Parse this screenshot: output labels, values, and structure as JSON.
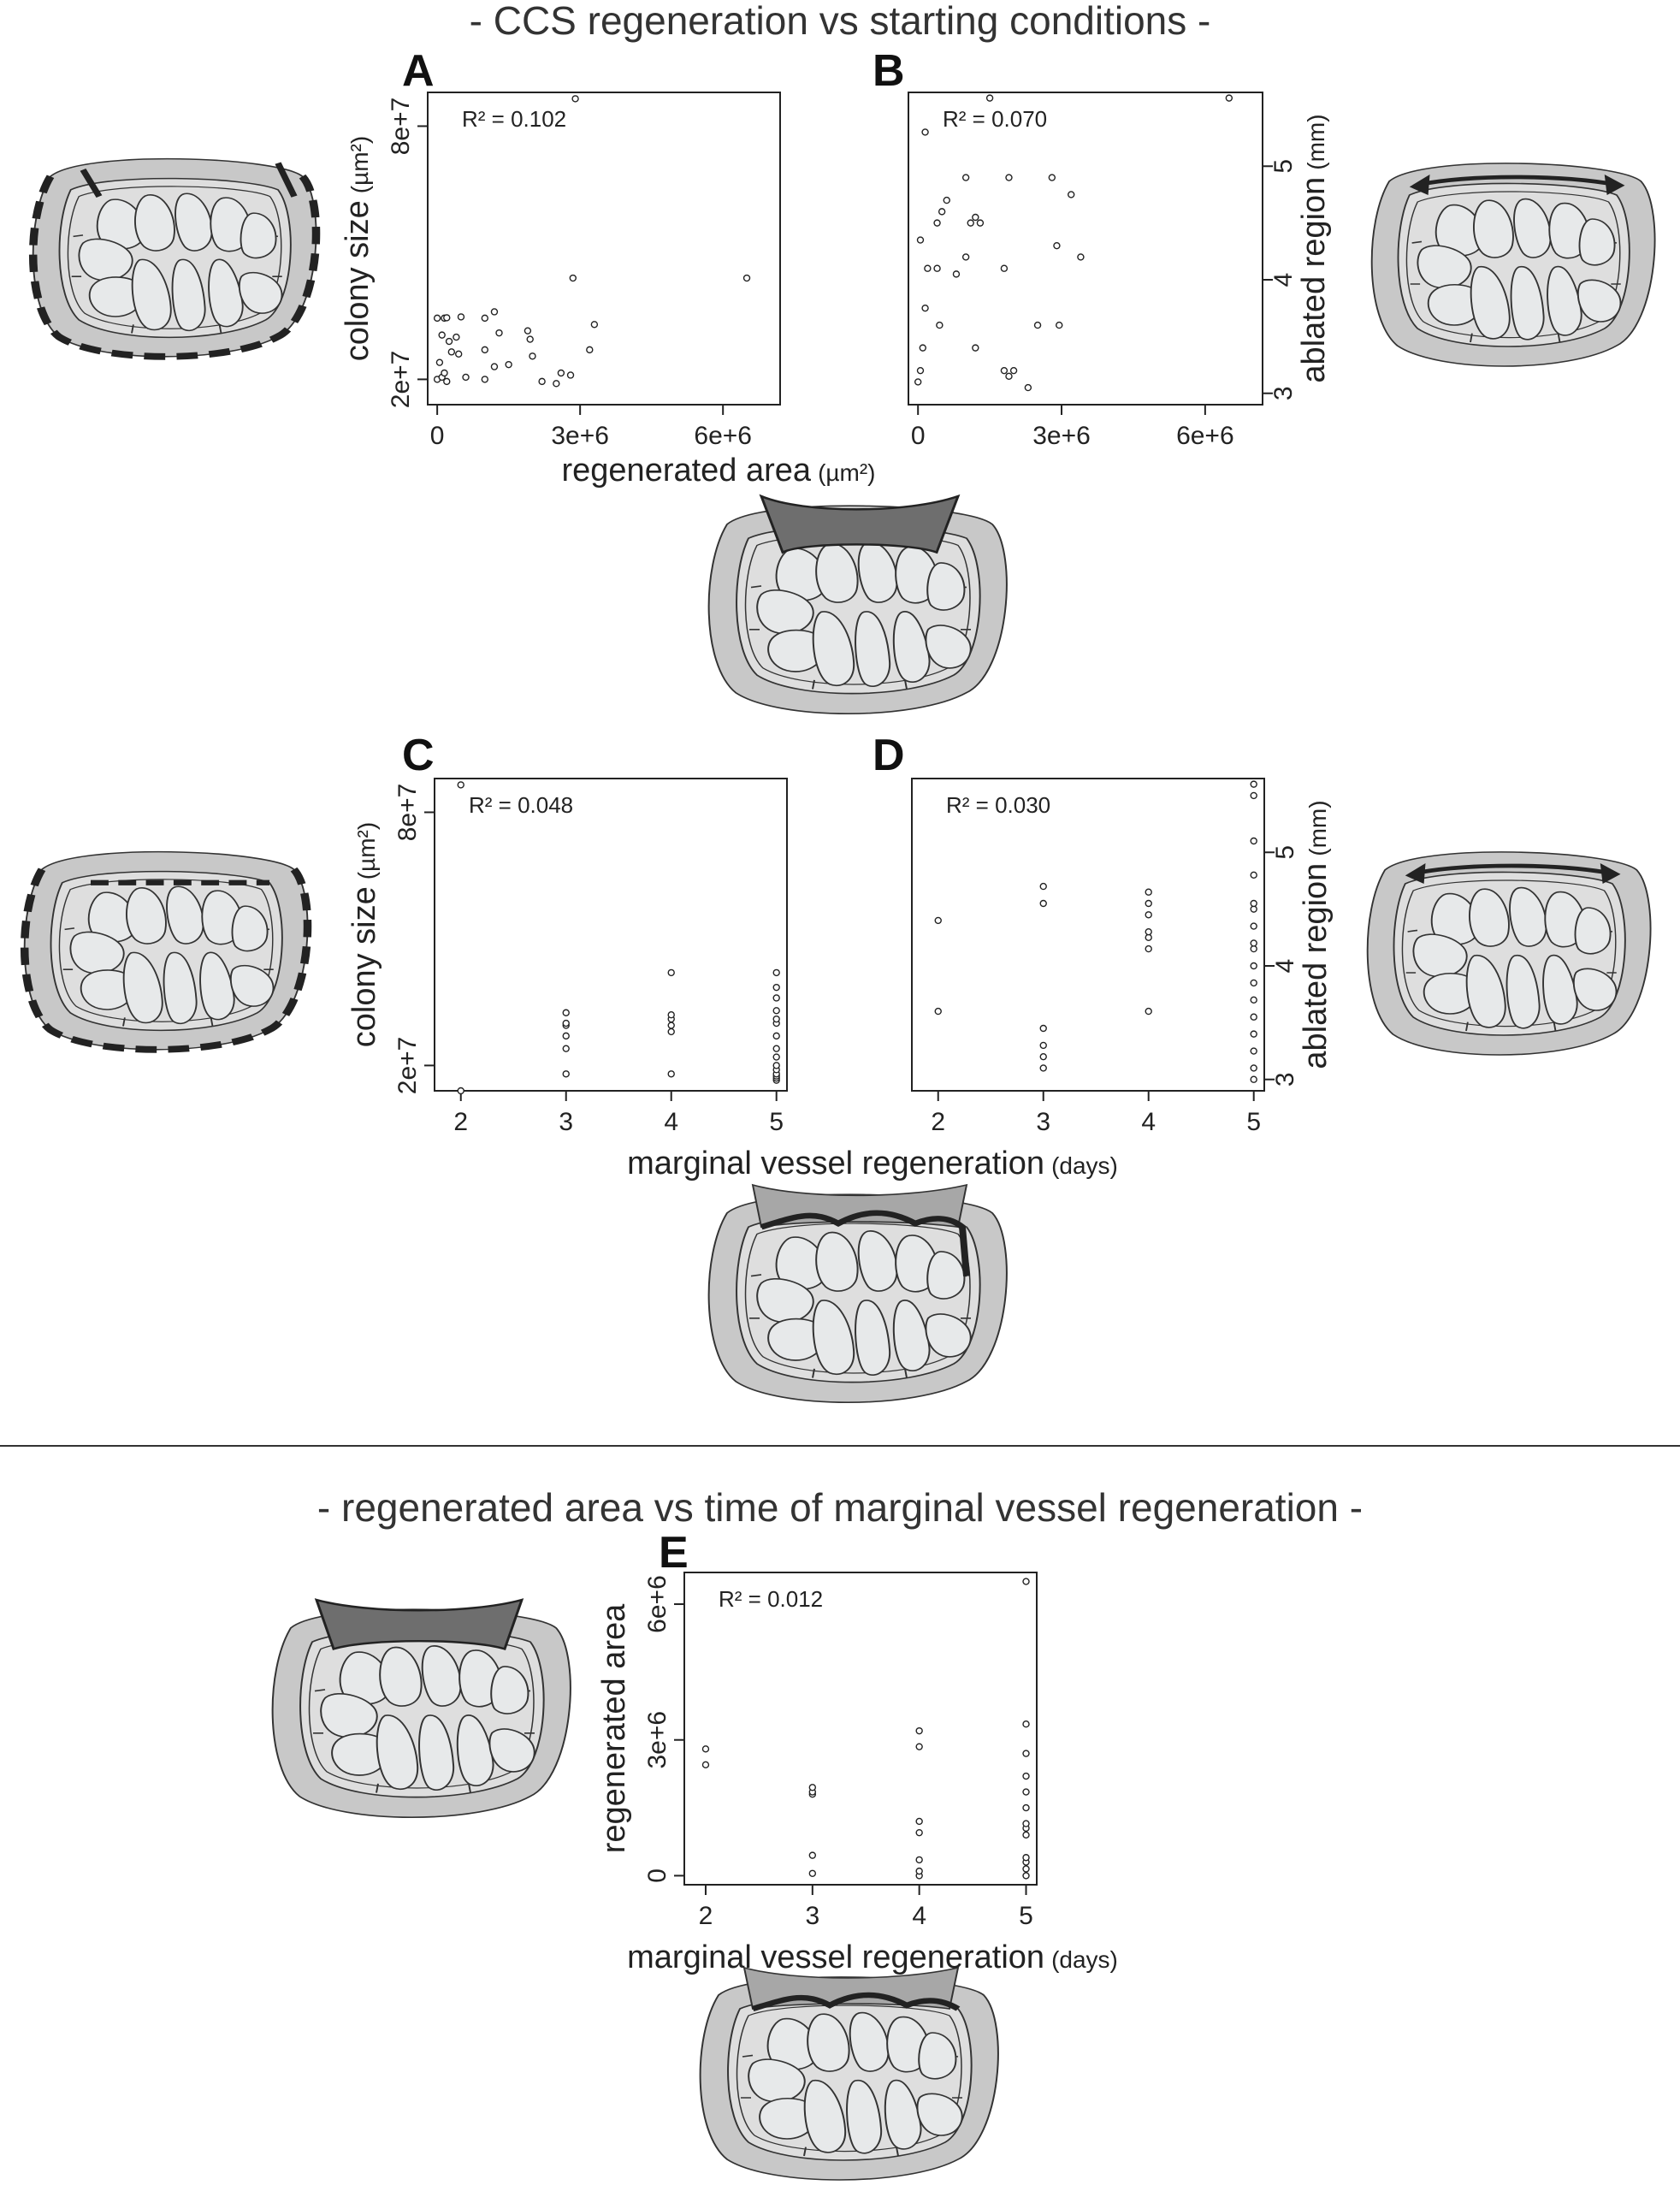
{
  "header": {
    "title_top": "- CCS regeneration vs starting conditions -",
    "title_bottom": "- regenerated area vs time of marginal vessel regeneration -"
  },
  "colors": {
    "outer": "#c8c8c8",
    "inner": "#dedede",
    "zooid": "#e7e9ea",
    "dark": "#6e6e6e",
    "stroke": "#333333"
  },
  "chart_data": [
    {
      "panel": "A",
      "type": "scatter",
      "xlabel": "regenerated area (µm²)",
      "ylabel": "colony size (µm²)",
      "annotation": "R² = 0.102",
      "xlim": [
        -200000,
        7200000
      ],
      "ylim": [
        14000000,
        88000000
      ],
      "xticks": [
        0,
        3000000,
        6000000
      ],
      "xtick_labels": [
        "0",
        "3e+6",
        "6e+6"
      ],
      "yticks": [
        20000000,
        80000000
      ],
      "ytick_labels": [
        "2e+7",
        "8e+7"
      ],
      "points": [
        [
          0,
          20000000
        ],
        [
          100000,
          20500000
        ],
        [
          200000,
          19500000
        ],
        [
          150000,
          21500000
        ],
        [
          50000,
          24000000
        ],
        [
          300000,
          26500000
        ],
        [
          250000,
          29000000
        ],
        [
          400000,
          30000000
        ],
        [
          100000,
          30500000
        ],
        [
          0,
          34500000
        ],
        [
          150000,
          34500000
        ],
        [
          200000,
          34600000
        ],
        [
          500000,
          34800000
        ],
        [
          450000,
          26000000
        ],
        [
          600000,
          20500000
        ],
        [
          1000000,
          20000000
        ],
        [
          1000000,
          27000000
        ],
        [
          1200000,
          23000000
        ],
        [
          1300000,
          31000000
        ],
        [
          1000000,
          34500000
        ],
        [
          1200000,
          36000000
        ],
        [
          1500000,
          23500000
        ],
        [
          1900000,
          31500000
        ],
        [
          1950000,
          29500000
        ],
        [
          2000000,
          25500000
        ],
        [
          2200000,
          19500000
        ],
        [
          2500000,
          19000000
        ],
        [
          2600000,
          21500000
        ],
        [
          2800000,
          21000000
        ],
        [
          3200000,
          27000000
        ],
        [
          3300000,
          33000000
        ],
        [
          2850000,
          44000000
        ],
        [
          6500000,
          44000000
        ],
        [
          2900000,
          86500000
        ]
      ]
    },
    {
      "panel": "B",
      "type": "scatter",
      "xlabel": "regenerated area (µm²)",
      "ylabel": "ablated region (mm)",
      "annotation": "R² = 0.070",
      "xlim": [
        -200000,
        7200000
      ],
      "ylim": [
        2.9,
        5.65
      ],
      "xticks": [
        0,
        3000000,
        6000000
      ],
      "xtick_labels": [
        "0",
        "3e+6",
        "6e+6"
      ],
      "yticks": [
        3,
        4,
        5
      ],
      "ytick_labels": [
        "3",
        "4",
        "5"
      ],
      "points": [
        [
          0,
          3.1
        ],
        [
          50000,
          3.2
        ],
        [
          100000,
          3.4
        ],
        [
          150000,
          3.75
        ],
        [
          200000,
          4.1
        ],
        [
          50000,
          4.35
        ],
        [
          400000,
          4.1
        ],
        [
          450000,
          3.6
        ],
        [
          400000,
          4.5
        ],
        [
          500000,
          4.6
        ],
        [
          600000,
          4.7
        ],
        [
          150000,
          5.3
        ],
        [
          800000,
          4.05
        ],
        [
          1000000,
          4.2
        ],
        [
          1100000,
          4.5
        ],
        [
          1200000,
          4.55
        ],
        [
          1300000,
          4.5
        ],
        [
          1000000,
          4.9
        ],
        [
          1200000,
          3.4
        ],
        [
          1800000,
          4.1
        ],
        [
          1800000,
          3.2
        ],
        [
          1900000,
          3.15
        ],
        [
          2000000,
          3.2
        ],
        [
          1900000,
          4.9
        ],
        [
          2300000,
          3.05
        ],
        [
          2500000,
          3.6
        ],
        [
          2800000,
          4.9
        ],
        [
          2900000,
          4.3
        ],
        [
          2950000,
          3.6
        ],
        [
          3200000,
          4.75
        ],
        [
          3400000,
          4.2
        ],
        [
          1500000,
          5.6
        ],
        [
          6500000,
          5.6
        ]
      ]
    },
    {
      "panel": "C",
      "type": "scatter",
      "xlabel": "marginal vessel regeneration (days)",
      "ylabel": "colony size (µm²)",
      "annotation": "R² = 0.048",
      "xlim": [
        1.75,
        5.1
      ],
      "ylim": [
        14000000,
        88000000
      ],
      "xticks": [
        2,
        3,
        4,
        5
      ],
      "xtick_labels": [
        "2",
        "3",
        "4",
        "5"
      ],
      "yticks": [
        20000000,
        80000000
      ],
      "ytick_labels": [
        "2e+7",
        "8e+7"
      ],
      "points": [
        [
          2,
          86500000
        ],
        [
          2,
          14000000
        ],
        [
          3,
          24000000
        ],
        [
          3,
          27000000
        ],
        [
          3,
          29500000
        ],
        [
          3,
          30000000
        ],
        [
          3,
          32500000
        ],
        [
          3,
          18000000
        ],
        [
          4,
          18000000
        ],
        [
          4,
          28000000
        ],
        [
          4,
          29500000
        ],
        [
          4,
          31000000
        ],
        [
          4,
          32000000
        ],
        [
          4,
          42000000
        ],
        [
          5,
          16500000
        ],
        [
          5,
          17000000
        ],
        [
          5,
          17500000
        ],
        [
          5,
          18000000
        ],
        [
          5,
          19000000
        ],
        [
          5,
          20000000
        ],
        [
          5,
          22000000
        ],
        [
          5,
          24000000
        ],
        [
          5,
          27000000
        ],
        [
          5,
          30000000
        ],
        [
          5,
          31000000
        ],
        [
          5,
          33000000
        ],
        [
          5,
          36000000
        ],
        [
          5,
          38500000
        ],
        [
          5,
          42000000
        ]
      ]
    },
    {
      "panel": "D",
      "type": "scatter",
      "xlabel": "marginal vessel regeneration (days)",
      "ylabel": "ablated region (mm)",
      "annotation": "R² = 0.030",
      "xlim": [
        1.75,
        5.1
      ],
      "ylim": [
        2.9,
        5.65
      ],
      "xticks": [
        2,
        3,
        4,
        5
      ],
      "xtick_labels": [
        "2",
        "3",
        "4",
        "5"
      ],
      "yticks": [
        3,
        4,
        5
      ],
      "ytick_labels": [
        "3",
        "4",
        "5"
      ],
      "points": [
        [
          2,
          3.6
        ],
        [
          2,
          4.4
        ],
        [
          3,
          3.1
        ],
        [
          3,
          3.2
        ],
        [
          3,
          3.3
        ],
        [
          3,
          3.45
        ],
        [
          3,
          4.55
        ],
        [
          3,
          4.7
        ],
        [
          4,
          3.6
        ],
        [
          4,
          4.15
        ],
        [
          4,
          4.25
        ],
        [
          4,
          4.3
        ],
        [
          4,
          4.45
        ],
        [
          4,
          4.55
        ],
        [
          4,
          4.65
        ],
        [
          5,
          3.0
        ],
        [
          5,
          3.1
        ],
        [
          5,
          3.25
        ],
        [
          5,
          3.4
        ],
        [
          5,
          3.55
        ],
        [
          5,
          3.7
        ],
        [
          5,
          3.85
        ],
        [
          5,
          4.0
        ],
        [
          5,
          4.15
        ],
        [
          5,
          4.2
        ],
        [
          5,
          4.35
        ],
        [
          5,
          4.5
        ],
        [
          5,
          4.55
        ],
        [
          5,
          4.8
        ],
        [
          5,
          5.1
        ],
        [
          5,
          5.5
        ],
        [
          5,
          5.6
        ]
      ]
    },
    {
      "panel": "E",
      "type": "scatter",
      "xlabel": "marginal vessel regeneration (days)",
      "ylabel": "regenerated area",
      "annotation": "R² = 0.012",
      "xlim": [
        1.8,
        5.1
      ],
      "ylim": [
        -200000,
        6700000
      ],
      "xticks": [
        2,
        3,
        4,
        5
      ],
      "xtick_labels": [
        "2",
        "3",
        "4",
        "5"
      ],
      "yticks": [
        0,
        3000000,
        6000000
      ],
      "ytick_labels": [
        "0",
        "3e+6",
        "6e+6"
      ],
      "points": [
        [
          2,
          2450000
        ],
        [
          2,
          2800000
        ],
        [
          3,
          50000
        ],
        [
          3,
          450000
        ],
        [
          3,
          1800000
        ],
        [
          3,
          1850000
        ],
        [
          3,
          1950000
        ],
        [
          4,
          0
        ],
        [
          4,
          100000
        ],
        [
          4,
          350000
        ],
        [
          4,
          950000
        ],
        [
          4,
          1200000
        ],
        [
          4,
          2850000
        ],
        [
          4,
          3200000
        ],
        [
          5,
          0
        ],
        [
          5,
          150000
        ],
        [
          5,
          300000
        ],
        [
          5,
          400000
        ],
        [
          5,
          900000
        ],
        [
          5,
          1050000
        ],
        [
          5,
          1150000
        ],
        [
          5,
          1500000
        ],
        [
          5,
          1850000
        ],
        [
          5,
          2200000
        ],
        [
          5,
          2700000
        ],
        [
          5,
          3350000
        ],
        [
          5,
          6500000
        ]
      ]
    }
  ]
}
